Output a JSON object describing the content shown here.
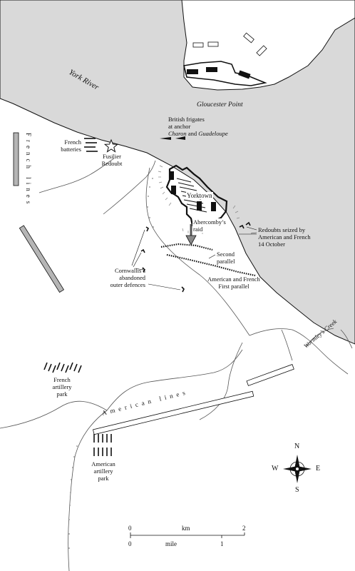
{
  "labels": {
    "york_river": "York River",
    "gloucester_point": "Gloucester Point",
    "british_frigates_1": "British frigates",
    "british_frigates_2": "at anchor",
    "charon": "Charon",
    "and_word": "and",
    "guadeloupe": "Guadeloupe",
    "french_batteries_1": "French",
    "french_batteries_2": "batteries",
    "fusilier_redoubt_1": "Fusilier",
    "fusilier_redoubt_2": "Redoubt",
    "yorktown": "Yorktown",
    "abercomby_raid_1": "Abercomby’s",
    "abercomby_raid_2": "raid",
    "redoubts_seized_1": "Redoubts seized by",
    "redoubts_seized_2": "American and French",
    "redoubts_seized_3": "14 October",
    "second_parallel_1": "Second",
    "second_parallel_2": "parallel",
    "first_parallel_1": "American and French",
    "first_parallel_2": "First parallel",
    "outer_defences_1": "Cornwallis’s",
    "outer_defences_2": "abandoned",
    "outer_defences_3": "outer defences",
    "french_lines": "French lines",
    "american_lines": "American lines",
    "french_artillery_1": "French",
    "french_artillery_2": "artillery",
    "french_artillery_3": "park",
    "american_artillery_1": "American",
    "american_artillery_2": "artillery",
    "american_artillery_3": "park",
    "wormleys_creek": "Wormley’s Creek"
  },
  "compass": {
    "n": "N",
    "s": "S",
    "e": "E",
    "w": "W"
  },
  "scale": {
    "km_unit": "km",
    "km_start": "0",
    "km_end": "2",
    "mile_unit": "mile",
    "mile_start": "0",
    "mile_end": "1"
  },
  "colors": {
    "water": "#d9d9d9",
    "land": "#ffffff",
    "ink": "#111111",
    "lines_fill": "#b5b5b5"
  }
}
